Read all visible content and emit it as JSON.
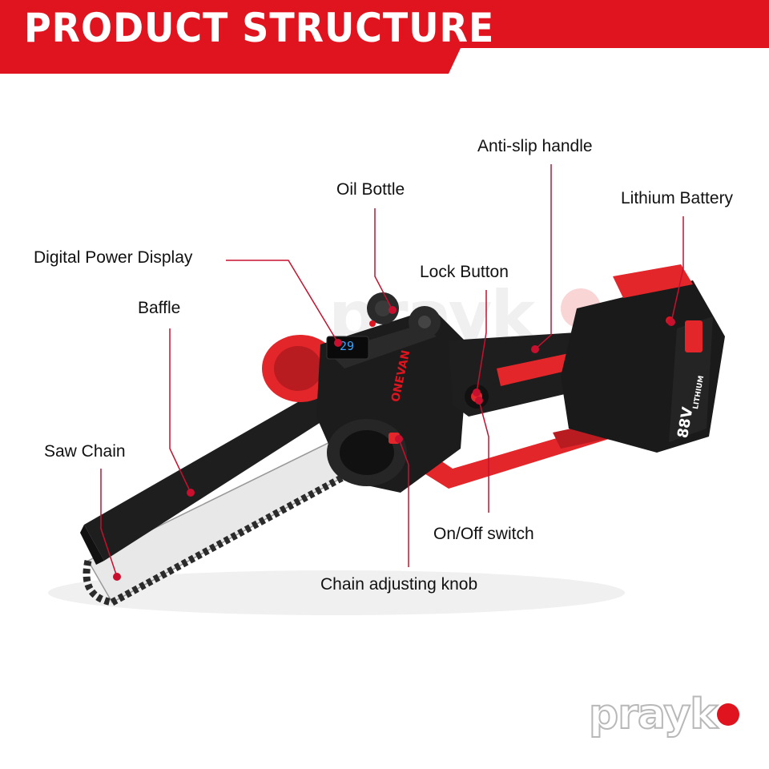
{
  "header": {
    "title": "PRODUCT STRUCTURE"
  },
  "labels": {
    "anti_slip_handle": "Anti-slip handle",
    "oil_bottle": "Oil Bottle",
    "lithium_battery": "Lithium Battery",
    "digital_power_display": "Digital Power Display",
    "lock_button": "Lock Button",
    "baffle": "Baffle",
    "saw_chain": "Saw Chain",
    "on_off_switch": "On/Off switch",
    "chain_adjusting_knob": "Chain adjusting knob"
  },
  "product": {
    "brand": "ONEVAN",
    "battery_text": "88V",
    "battery_sub": "LITHIUM",
    "display_value": "29"
  },
  "logo": {
    "text": "prayk"
  },
  "colors": {
    "accent": "#e0141e",
    "callout": "#c8102e",
    "body": "#1a1a1a"
  }
}
